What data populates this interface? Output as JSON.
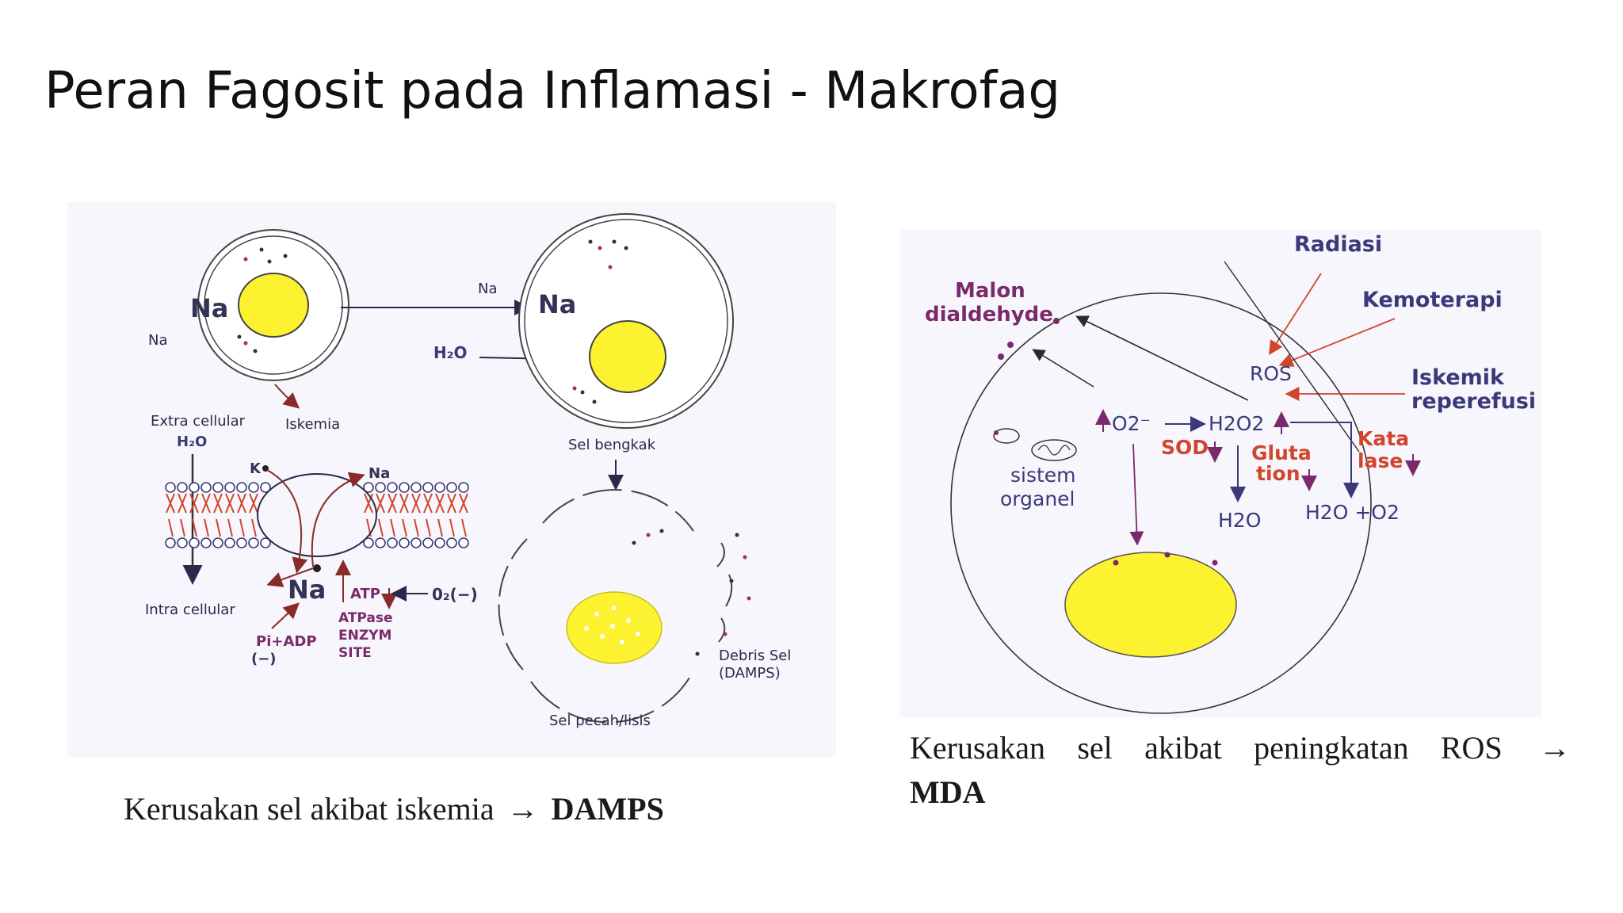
{
  "slide": {
    "title": "Peran Fagosit pada Inflamasi - Makrofag"
  },
  "left_diagram": {
    "labels": {
      "na_big_1": "Na",
      "na_small_1": "Na",
      "na_arrow": "Na",
      "na_big_2": "Na",
      "h2o_arrow": "H₂O",
      "extra_cellular": "Extra cellular",
      "h2o_membrane": "H₂O",
      "iskemia": "Iskemia",
      "k": "K",
      "na_membrane": "Na",
      "na_pump": "Na",
      "intra_cellular": "Intra cellular",
      "atp": "ATP",
      "o2": "0₂(−)",
      "atpase": "ATPase",
      "enzym": "ENZYM",
      "site": "SITE",
      "pi_adp": "Pi+ADP",
      "minus": "(−)",
      "sel_bengkak": "Sel bengkak",
      "debris_sel": "Debris Sel",
      "damps_paren": "(DAMPS)",
      "sel_pecah": "Sel pecah/lisis"
    }
  },
  "right_diagram": {
    "labels": {
      "radiasi": "Radiasi",
      "kemoterapi": "Kemoterapi",
      "malon": "Malon",
      "dialdehyde": "dialdehyde",
      "ros": "ROS",
      "iskemik": "Iskemik",
      "reperefusi": "reperefusi",
      "o2_radical": "O2⁻",
      "h2o2": "H2O2",
      "sod": "SOD",
      "gluta": "Gluta",
      "tion": "tion",
      "kata": "Kata",
      "lase": "lase",
      "sistem": "sistem",
      "organel": "organel",
      "h2o": "H2O",
      "h2o_o2": "H2O +O2"
    }
  },
  "captions": {
    "left_text": "Kerusakan sel akibat iskemia",
    "left_bold": "DAMPS",
    "right_text": "Kerusakan sel akibat peningkatan ROS",
    "right_bold": "MDA",
    "arrow": "→"
  },
  "colors": {
    "nucleus_yellow": "#fdf230",
    "red_accent": "#d0452c",
    "purple_accent": "#7a2a6a",
    "blue_accent": "#3a3a7a"
  }
}
